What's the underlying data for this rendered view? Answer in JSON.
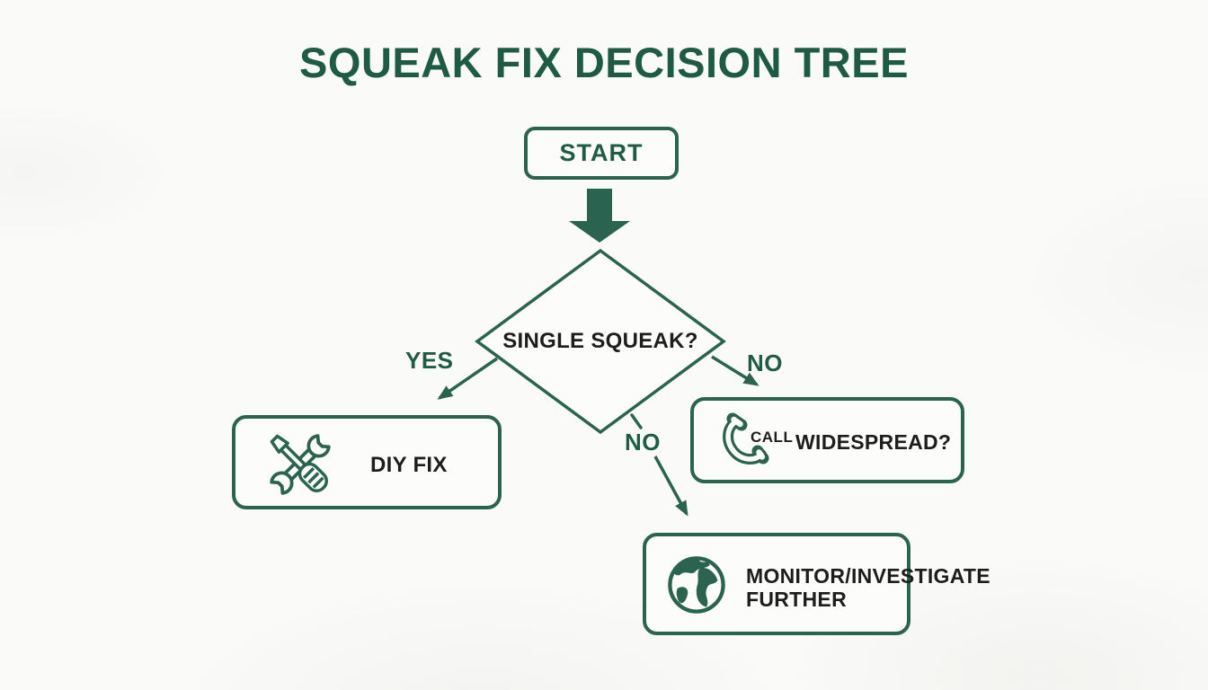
{
  "title": "SQUEAK FIX DECISION TREE",
  "colors": {
    "green_text": "#1e5b44",
    "green_stroke": "#2a6350",
    "black_text": "#1d1d1b",
    "background": "#fafaf8"
  },
  "nodes": {
    "start": {
      "label": "START"
    },
    "decision": {
      "label": "SINGLE SQUEAK?"
    },
    "diy": {
      "label": "DIY FIX",
      "icon": "tools-icon"
    },
    "widespread": {
      "call_label": "CALL",
      "label": "WIDESPREAD?",
      "icon": "phone-icon"
    },
    "monitor": {
      "label_line1": "MONITOR/INVESTIGATE",
      "label_line2": "FURTHER",
      "icon": "globe-icon"
    }
  },
  "edges": {
    "yes": {
      "label": "YES"
    },
    "no_right": {
      "label": "NO"
    },
    "no_down": {
      "label": "NO"
    }
  }
}
